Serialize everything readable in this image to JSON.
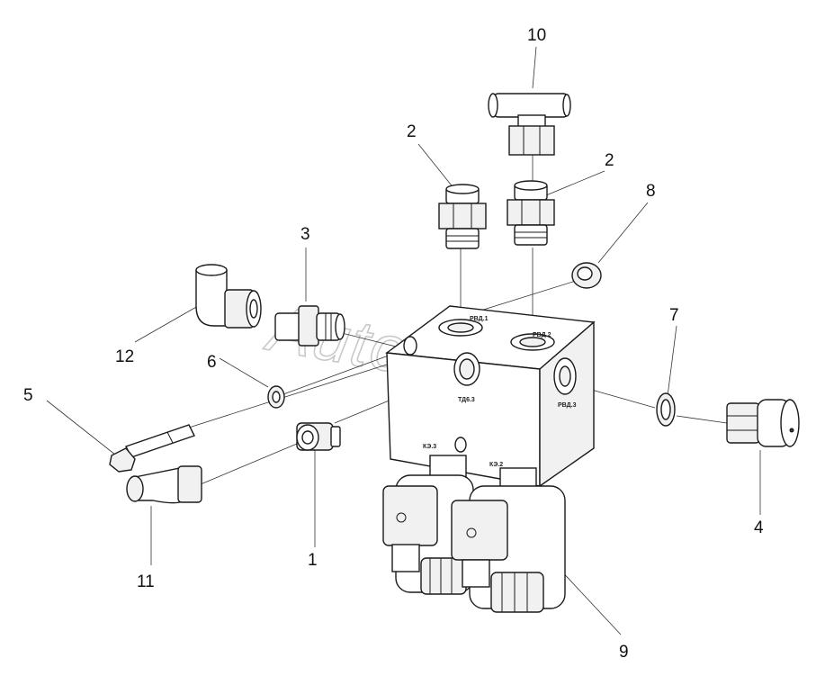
{
  "watermark": "AutoSoft",
  "callouts": [
    "1",
    "2",
    "2",
    "3",
    "4",
    "5",
    "6",
    "7",
    "8",
    "9",
    "10",
    "11",
    "12"
  ],
  "port_labels": {
    "top_left": "РВД.1",
    "top_right": "РВД.2",
    "front": "ТД6.3",
    "side": "РВД.3",
    "valve_left": "КЭ.3",
    "valve_right": "КЭ.2"
  }
}
